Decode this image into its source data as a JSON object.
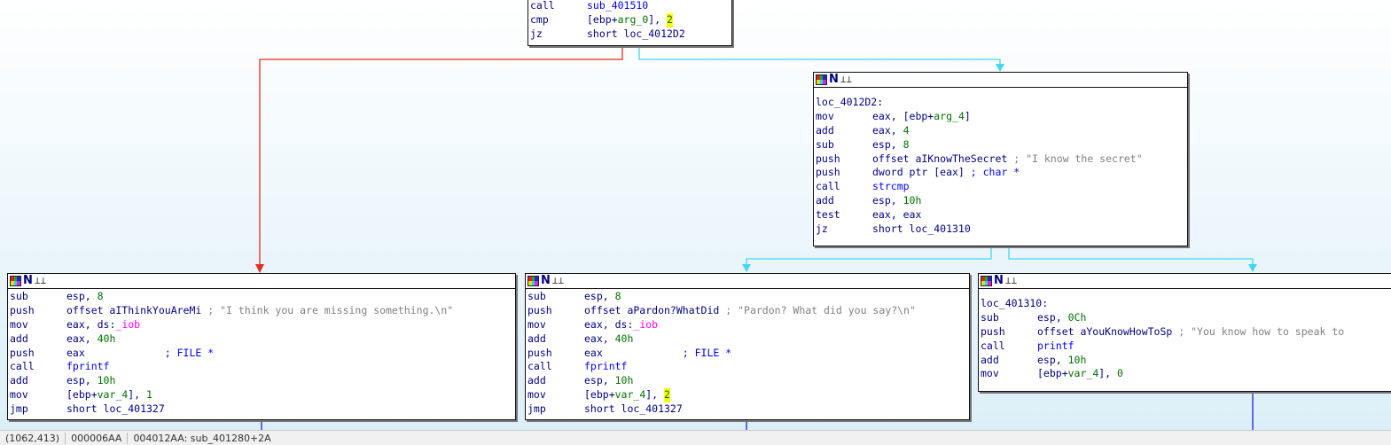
{
  "colors": {
    "edge_false": "#e03020",
    "edge_true": "#40d8f0",
    "edge_uncond": "#2020d0"
  },
  "header_icons": [
    "color-grid-icon",
    "n-icon",
    "graph-icon"
  ],
  "blocks": [
    {
      "id": "top",
      "lines": [
        {
          "m": "call",
          "o": [
            {
              "t": "sub_401510",
              "c": "fn"
            }
          ]
        },
        {
          "m": "cmp",
          "o": [
            {
              "t": "[ebp+",
              "c": "ops"
            },
            {
              "t": "arg_0",
              "c": "num"
            },
            {
              "t": "], ",
              "c": "ops"
            },
            {
              "t": "2",
              "c": "hl"
            }
          ]
        },
        {
          "m": "jz",
          "o": [
            {
              "t": "short loc_4012D2",
              "c": "ops"
            }
          ]
        }
      ]
    },
    {
      "id": "loc_4012D2",
      "label": "loc_4012D2:",
      "lines": [
        {
          "m": "mov",
          "o": [
            {
              "t": "eax, [ebp+",
              "c": "ops"
            },
            {
              "t": "arg_4",
              "c": "num"
            },
            {
              "t": "]",
              "c": "ops"
            }
          ]
        },
        {
          "m": "add",
          "o": [
            {
              "t": "eax, ",
              "c": "ops"
            },
            {
              "t": "4",
              "c": "num"
            }
          ]
        },
        {
          "m": "sub",
          "o": [
            {
              "t": "esp, ",
              "c": "ops"
            },
            {
              "t": "8",
              "c": "num"
            }
          ]
        },
        {
          "m": "push",
          "o": [
            {
              "t": "offset aIKnowTheSecret",
              "c": "ops"
            },
            {
              "t": " ; \"I know the secret\"",
              "c": "cmt"
            }
          ]
        },
        {
          "m": "push",
          "o": [
            {
              "t": "dword ptr [eax]",
              "c": "ops"
            },
            {
              "t": " ; char *",
              "c": "cmtb"
            }
          ]
        },
        {
          "m": "call",
          "o": [
            {
              "t": "strcmp",
              "c": "fn"
            }
          ]
        },
        {
          "m": "add",
          "o": [
            {
              "t": "esp, ",
              "c": "ops"
            },
            {
              "t": "10h",
              "c": "num"
            }
          ]
        },
        {
          "m": "test",
          "o": [
            {
              "t": "eax, eax",
              "c": "ops"
            }
          ]
        },
        {
          "m": "jz",
          "o": [
            {
              "t": "short loc_401310",
              "c": "ops"
            }
          ]
        }
      ]
    },
    {
      "id": "left",
      "lines": [
        {
          "m": "sub",
          "o": [
            {
              "t": "esp, ",
              "c": "ops"
            },
            {
              "t": "8",
              "c": "num"
            }
          ]
        },
        {
          "m": "push",
          "o": [
            {
              "t": "offset aIThinkYouAreMi",
              "c": "ops"
            },
            {
              "t": " ; \"I think you are missing something.\\n\"",
              "c": "cmt"
            }
          ]
        },
        {
          "m": "mov",
          "o": [
            {
              "t": "eax, ds:",
              "c": "ops"
            },
            {
              "t": "_iob",
              "c": "imp"
            }
          ]
        },
        {
          "m": "add",
          "o": [
            {
              "t": "eax, ",
              "c": "ops"
            },
            {
              "t": "40h",
              "c": "num"
            }
          ]
        },
        {
          "m": "push",
          "o": [
            {
              "t": "eax",
              "c": "ops"
            },
            {
              "t": "             ; FILE *",
              "c": "cmtb"
            }
          ]
        },
        {
          "m": "call",
          "o": [
            {
              "t": "fprintf",
              "c": "fn"
            }
          ]
        },
        {
          "m": "add",
          "o": [
            {
              "t": "esp, ",
              "c": "ops"
            },
            {
              "t": "10h",
              "c": "num"
            }
          ]
        },
        {
          "m": "mov",
          "o": [
            {
              "t": "[ebp+",
              "c": "ops"
            },
            {
              "t": "var_4",
              "c": "num"
            },
            {
              "t": "], ",
              "c": "ops"
            },
            {
              "t": "1",
              "c": "num"
            }
          ]
        },
        {
          "m": "jmp",
          "o": [
            {
              "t": "short loc_401327",
              "c": "ops"
            }
          ]
        }
      ]
    },
    {
      "id": "middle",
      "lines": [
        {
          "m": "sub",
          "o": [
            {
              "t": "esp, ",
              "c": "ops"
            },
            {
              "t": "8",
              "c": "num"
            }
          ]
        },
        {
          "m": "push",
          "o": [
            {
              "t": "offset aPardon?WhatDid",
              "c": "ops"
            },
            {
              "t": " ; \"Pardon? What did you say?\\n\"",
              "c": "cmt"
            }
          ]
        },
        {
          "m": "mov",
          "o": [
            {
              "t": "eax, ds:",
              "c": "ops"
            },
            {
              "t": "_iob",
              "c": "imp"
            }
          ]
        },
        {
          "m": "add",
          "o": [
            {
              "t": "eax, ",
              "c": "ops"
            },
            {
              "t": "40h",
              "c": "num"
            }
          ]
        },
        {
          "m": "push",
          "o": [
            {
              "t": "eax",
              "c": "ops"
            },
            {
              "t": "             ; FILE *",
              "c": "cmtb"
            }
          ]
        },
        {
          "m": "call",
          "o": [
            {
              "t": "fprintf",
              "c": "fn"
            }
          ]
        },
        {
          "m": "add",
          "o": [
            {
              "t": "esp, ",
              "c": "ops"
            },
            {
              "t": "10h",
              "c": "num"
            }
          ]
        },
        {
          "m": "mov",
          "o": [
            {
              "t": "[ebp+",
              "c": "ops"
            },
            {
              "t": "var_4",
              "c": "num"
            },
            {
              "t": "], ",
              "c": "ops"
            },
            {
              "t": "2",
              "c": "hl"
            }
          ]
        },
        {
          "m": "jmp",
          "o": [
            {
              "t": "short loc_401327",
              "c": "ops"
            }
          ]
        }
      ]
    },
    {
      "id": "loc_401310",
      "label": "loc_401310:",
      "lines": [
        {
          "m": "sub",
          "o": [
            {
              "t": "esp, ",
              "c": "ops"
            },
            {
              "t": "0Ch",
              "c": "num"
            }
          ]
        },
        {
          "m": "push",
          "o": [
            {
              "t": "offset aYouKnowHowToSp",
              "c": "ops"
            },
            {
              "t": " ; \"You know how to speak to",
              "c": "cmt"
            }
          ]
        },
        {
          "m": "call",
          "o": [
            {
              "t": "printf",
              "c": "fn"
            }
          ]
        },
        {
          "m": "add",
          "o": [
            {
              "t": "esp, ",
              "c": "ops"
            },
            {
              "t": "10h",
              "c": "num"
            }
          ]
        },
        {
          "m": "mov",
          "o": [
            {
              "t": "[ebp+",
              "c": "ops"
            },
            {
              "t": "var_4",
              "c": "num"
            },
            {
              "t": "], ",
              "c": "ops"
            },
            {
              "t": "0",
              "c": "num"
            }
          ]
        }
      ]
    }
  ],
  "status": {
    "coords": "(1062,413)",
    "offset": "000006AA",
    "address": "004012AA: sub_401280+2A"
  }
}
